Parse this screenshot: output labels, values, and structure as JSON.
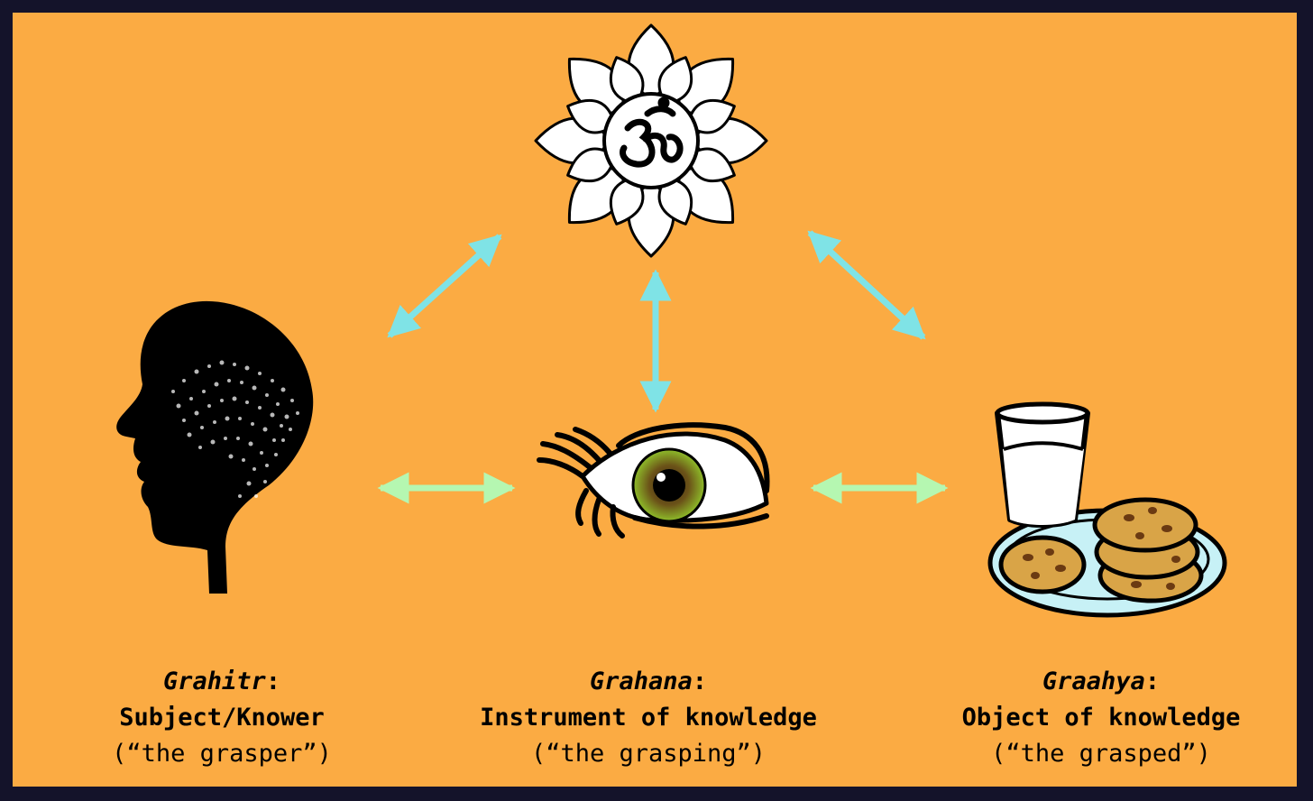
{
  "nodes": {
    "top": {
      "icon": "om-lotus-icon"
    },
    "subject": {
      "icon": "head-silhouette-icon",
      "term": "Grahitr",
      "colon": ":",
      "role": "Subject/Knower",
      "gloss": "(“the grasper”)"
    },
    "instrument": {
      "icon": "eye-icon",
      "term": "Grahana",
      "colon": ":",
      "role": "Instrument of knowledge",
      "gloss": "(“the grasping”)"
    },
    "object": {
      "icon": "milk-and-cookies-icon",
      "term": "Graahya",
      "colon": ":",
      "role": "Object of knowledge",
      "gloss": "(“the grasped”)"
    }
  },
  "colors": {
    "background": "#fbab43",
    "border": "#14132a",
    "arrow_cyan": "#7fe3e6",
    "arrow_green": "#b5f7b1"
  }
}
